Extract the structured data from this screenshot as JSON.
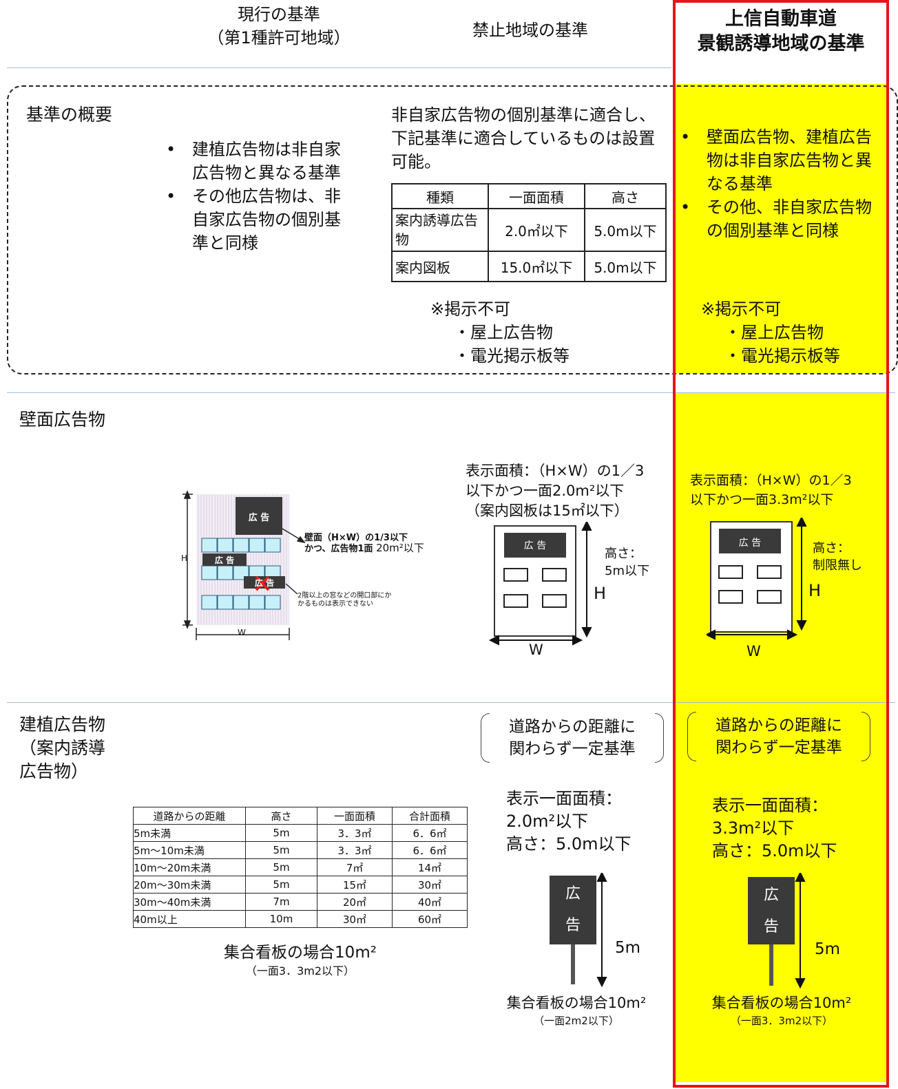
{
  "header": {
    "col1_line1": "現行の基準",
    "col1_line2": "（第1種許可地域）",
    "col2": "禁止地域の基準",
    "col3_line1": "上信自動車道",
    "col3_line2": "景観誘導地域の基準"
  },
  "overview": {
    "title": "基準の概要",
    "col1_bullets": [
      "建植広告物は非自家広告物と異なる基準",
      "その他広告物は、非自家広告物の個別基準と同様"
    ],
    "col2_intro": "非自家広告物の個別基準に適合し、下記基準に適合しているものは設置可能。",
    "table": {
      "headers": [
        "種類",
        "一面面積",
        "高さ"
      ],
      "rows": [
        [
          "案内誘導広告物",
          "2.0㎡以下",
          "5.0m以下"
        ],
        [
          "案内図板",
          "15.0㎡以下",
          "5.0m以下"
        ]
      ]
    },
    "col2_note": "※掲示不可",
    "col2_note_items": [
      "・屋上広告物",
      "・電光掲示板等"
    ],
    "col3_bullets": [
      "壁面広告物、建植広告物は非自家広告物と異なる基準",
      "その他、非自家広告物の個別基準と同様"
    ],
    "col3_note": "※掲示不可",
    "col3_note_items": [
      "・屋上広告物",
      "・電光掲示板等"
    ]
  },
  "wall": {
    "title": "壁面広告物",
    "col1": {
      "sign1": "広 告",
      "sign2": "広 告",
      "sign3": "広 告",
      "note1_line1": "壁面（H×W）の1/3以下",
      "note1_line2": "かつ、広告物1面",
      "note1_value": "20m²以下",
      "note2_line1": "2階以上の窓などの開口部にか",
      "note2_line2": "かるものは表示できない",
      "h": "H",
      "w": "W"
    },
    "col2": {
      "line1": "表示面積：（H×W）の1／3",
      "line2": "以下かつ一面2.0m²以下",
      "line3": "（案内図板は15㎡以下）",
      "sign": "広 告",
      "height_label1": "高さ：",
      "height_label2": "5m以下",
      "h": "H",
      "w": "W"
    },
    "col3": {
      "line1": "表示面積：（H×W）の1／3",
      "line2": "以下かつ一面3.3m²以下",
      "sign": "広 告",
      "height_label1": "高さ：",
      "height_label2": "制限無し",
      "h": "H",
      "w": "W"
    }
  },
  "standing": {
    "title_lines": [
      "建植広告物",
      "（案内誘導",
      "広告物）"
    ],
    "table": {
      "headers": [
        "道路からの距離",
        "高さ",
        "一面面積",
        "合計面積"
      ],
      "rows": [
        [
          "5m未満",
          "5m",
          "3．3㎡",
          "6．6㎡"
        ],
        [
          "5m～10m未満",
          "5m",
          "3．3㎡",
          "6．6㎡"
        ],
        [
          "10m～20m未満",
          "5m",
          "7㎡",
          "14㎡"
        ],
        [
          "20m～30m未満",
          "5m",
          "15㎡",
          "30㎡"
        ],
        [
          "30m～40m未満",
          "7m",
          "20㎡",
          "40㎡"
        ],
        [
          "40m以上",
          "10m",
          "30㎡",
          "60㎡"
        ]
      ]
    },
    "col1_group_line1": "集合看板の場合10m²",
    "col1_group_line2": "（一面3．3m2以下）",
    "col2": {
      "bracket_line1": "道路からの距離に",
      "bracket_line2": "関わらず一定基準",
      "area_line1": "表示一面面積：",
      "area_line2": "2.0m²以下",
      "height": "高さ：5.0m以下",
      "sign_char1": "広",
      "sign_char2": "告",
      "dim": "5m",
      "group_line1": "集合看板の場合10m²",
      "group_line2": "（一面2m2以下）"
    },
    "col3": {
      "bracket_line1": "道路からの距離に",
      "bracket_line2": "関わらず一定基準",
      "area_line1": "表示一面面積：",
      "area_line2": "3.3m²以下",
      "height": "高さ：5.0m以下",
      "sign_char1": "広",
      "sign_char2": "告",
      "dim": "5m",
      "group_line1": "集合看板の場合10m²",
      "group_line2": "（一面3．3m2以下）"
    }
  },
  "colors": {
    "highlight": "#ffff00",
    "frame": "#e8141a",
    "divider": "#9cc0e0",
    "sign": "#3a3a3a"
  }
}
